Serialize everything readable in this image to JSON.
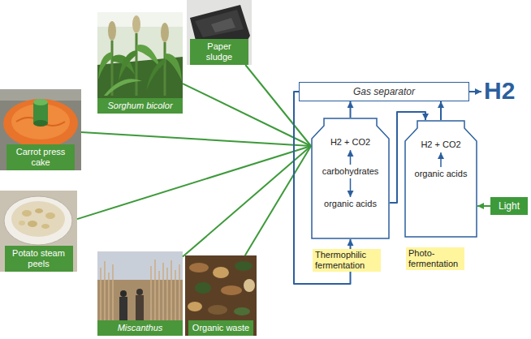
{
  "diagram": {
    "nodes": [
      {
        "text": [
          "Sorghum bicolor"
        ]
      },
      {
        "text": [
          "Paper sludge"
        ]
      },
      {
        "text": [
          "Carrot press cake"
        ]
      },
      {
        "text": [
          "Potato steam peels"
        ]
      },
      {
        "text": [
          "Miscanthus"
        ]
      },
      {
        "text": [
          "Organic waste"
        ]
      },
      {
        "text": [
          "Gas separator"
        ]
      },
      {
        "text": [
          "H2"
        ]
      },
      {
        "text": [
          "H2 + CO2",
          "carbohydrates",
          "organic acids",
          "Thermophilic fermentation"
        ]
      },
      {
        "text": [
          "H2 + CO2",
          "organic acids",
          "Photo-fermentation"
        ]
      },
      {
        "text": [
          "Light"
        ]
      }
    ],
    "edges": [
      {
        "from": 0,
        "to": 8,
        "arrow": "none"
      },
      {
        "from": 1,
        "to": 8,
        "arrow": "none"
      },
      {
        "from": 2,
        "to": 8,
        "arrow": "none"
      },
      {
        "from": 3,
        "to": 8,
        "arrow": "none"
      },
      {
        "from": 4,
        "to": 8,
        "arrow": "none"
      },
      {
        "from": 5,
        "to": 8,
        "arrow": "none"
      },
      {
        "from": 8,
        "to": 6,
        "arrow": "to"
      },
      {
        "from": 9,
        "to": 6,
        "arrow": "to"
      },
      {
        "from": 8,
        "to": 9,
        "arrow": "to"
      },
      {
        "from": 6,
        "to": 8,
        "arrow": "to"
      },
      {
        "from": 6,
        "to": 7,
        "arrow": "to"
      },
      {
        "from": 10,
        "to": 9,
        "arrow": "to"
      }
    ]
  }
}
